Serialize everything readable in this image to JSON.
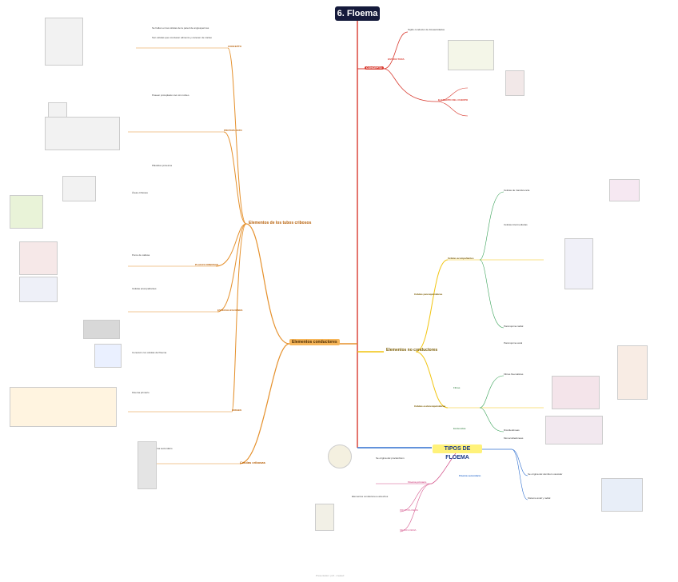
{
  "title": "6. Floema",
  "colors": {
    "red": "#d83a2f",
    "orange": "#e5902b",
    "yellow": "#f1c40f",
    "green": "#3ba35a",
    "blue": "#2f6fcf",
    "pink": "#d4568c",
    "purple": "#7b4ab8"
  },
  "hubs": {
    "elementos_conductores": "Elementos conductores",
    "tubos_cribosos": "Elementos de los tubos cribosos",
    "no_conductores": "Elementos no conductores",
    "tipos": "TIPOS DE FLOEMA",
    "concepto_right": "CONCEPTO"
  },
  "left_branches": {
    "concepto": "CONCEPTO",
    "protoplasto": "PROTOPLASTO",
    "placas": "PLACAS CRIBOSAS",
    "especializaciones": "ESPECIALIZACIONES",
    "origen": "ORIGEN",
    "celulas_cribosas": "Células cribosas",
    "notes": [
      "Se hallan en las células de la pared de angiospermas",
      "Son células que conducen alimento y carecen de núcleo",
      "Poseen protoplasto vivo sin núcleo",
      "Plástidos proteicos",
      "Áreas cribosas",
      "Poros de callosa",
      "Células acompañantes",
      "Conexión con células del floema",
      "Floema primario",
      "Floema secundario"
    ]
  },
  "right_branches": {
    "concepto_text": "Tejido conductor de fotoasimilados",
    "estructura": "ESTRUCTURA",
    "elemento_cuerpo": "ELEMENTO DEL CUERPO",
    "celulas_acompanantes": "Células acompañantes",
    "parenquimaticas": "Células parenquimáticas",
    "esclerenquimaticas": "Células esclerenquimáticas",
    "fibras": "Fibras",
    "esclereidas": "Esclereidas",
    "notes": [
      "Células de transferencia",
      "Células intermediarias",
      "Parénquima radial",
      "Parénquima axial",
      "Fibras floemáticas",
      "Dicotiledóneas",
      "Monocotiledóneas"
    ]
  },
  "tipos_branches": {
    "primario": "Floema primario",
    "secundario": "Floema secundario",
    "protofloema": "PROTOFLOEMA",
    "metafloema": "METAFLOEMA",
    "notes": [
      "Se origina del procámbium",
      "Se origina del cámbium vascular",
      "Elementos conductores estrechos",
      "Sistema axial y radial"
    ]
  },
  "footer": "Presentation .pdf - created"
}
